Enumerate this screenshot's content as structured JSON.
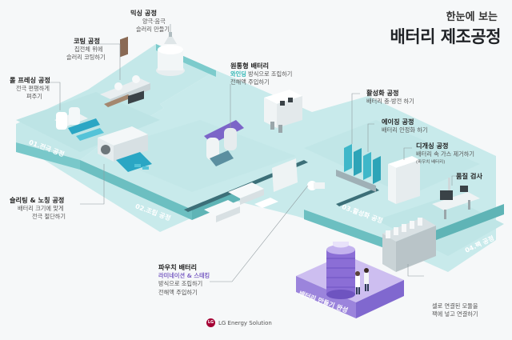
{
  "title": {
    "line1": "한눈에 보는",
    "line2": "배터리 제조공정"
  },
  "stages": {
    "s1": "01.전극 공정",
    "s2": "02.조립 공정",
    "s3": "03.활성화 공정",
    "s4": "04.팩 공정",
    "done": "배터리 만들기 완성"
  },
  "steps": {
    "mixing": {
      "title": "믹싱 공정",
      "desc1": "양극·음극",
      "desc2": "슬러리 만들기"
    },
    "coating": {
      "title": "코팅 공정",
      "desc1": "집전체 위에",
      "desc2": "슬러리 코팅하기"
    },
    "roll": {
      "title": "롤 프레싱 공정",
      "desc1": "전극 편평하게",
      "desc2": "펴주기"
    },
    "slitting": {
      "title": "슬리팅 & 노칭 공정",
      "desc1": "배터리 크기에 맞게",
      "desc2": "전극 절단하기"
    },
    "cylindrical": {
      "title": "원통형 배터리",
      "desc_hl": "와인딩",
      "desc1": " 방식으로 조립하기",
      "desc2": "전해액 주입하기"
    },
    "pouch": {
      "title": "파우치 배터리",
      "desc_hl": "라미네이션 & 스태킹",
      "desc1": "방식으로 조립하기",
      "desc2": "전해액 주입하기"
    },
    "formation": {
      "title": "활성화 공정",
      "desc1": "배터리 충·방전 하기"
    },
    "aging": {
      "title": "에이징 공정",
      "desc1": "배터리 안정화 하기"
    },
    "degassing": {
      "title": "디개싱 공정",
      "desc1": "배터리 속 가스 제거하기",
      "desc2": "(파우치 배터리)"
    },
    "inspection": {
      "title": "품질 검사"
    },
    "pack": {
      "desc1": "셀로 연결된 모듈을",
      "desc2": "팩에 넣고 연결하기"
    }
  },
  "logo": {
    "text": "LG Energy Solution",
    "mark": "LG"
  },
  "colors": {
    "platform_top": "#bfe6e7",
    "platform_side": "#7ccbcc",
    "platform_dark": "#5db7b9",
    "purple_top": "#c9b9ee",
    "purple_side": "#8d73d6",
    "accent_teal": "#2fb6b5",
    "accent_purple": "#7e63c5"
  }
}
